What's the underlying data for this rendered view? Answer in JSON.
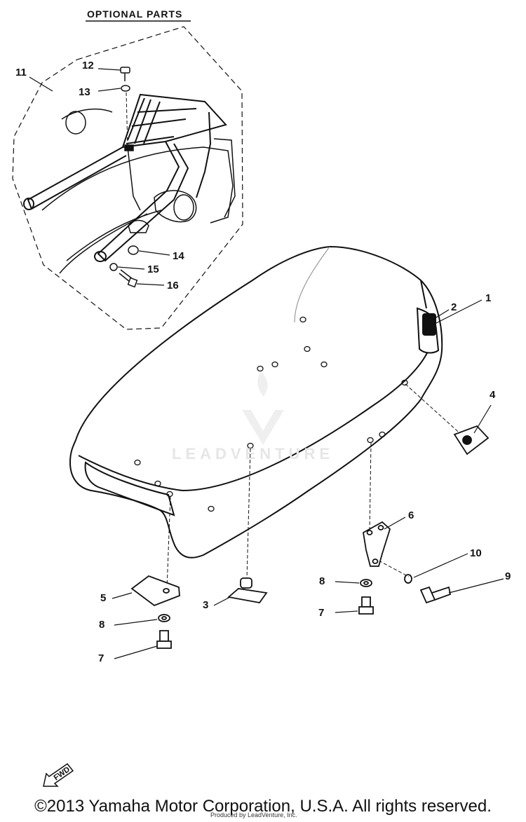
{
  "header": {
    "optional_parts": "OPTIONAL PARTS"
  },
  "callouts": [
    {
      "id": "1",
      "text": "1"
    },
    {
      "id": "2",
      "text": "2"
    },
    {
      "id": "3",
      "text": "3"
    },
    {
      "id": "4",
      "text": "4"
    },
    {
      "id": "5",
      "text": "5"
    },
    {
      "id": "6",
      "text": "6"
    },
    {
      "id": "7a",
      "text": "7"
    },
    {
      "id": "7b",
      "text": "7"
    },
    {
      "id": "8a",
      "text": "8"
    },
    {
      "id": "8b",
      "text": "8"
    },
    {
      "id": "9",
      "text": "9"
    },
    {
      "id": "10",
      "text": "10"
    },
    {
      "id": "11",
      "text": "11"
    },
    {
      "id": "12",
      "text": "12"
    },
    {
      "id": "13",
      "text": "13"
    },
    {
      "id": "14",
      "text": "14"
    },
    {
      "id": "15",
      "text": "15"
    },
    {
      "id": "16",
      "text": "16"
    }
  ],
  "direction_badge": "FWD",
  "watermark": "LEADVENTURE",
  "footer": {
    "copyright": "©2013 Yamaha Motor Corporation, U.S.A. All rights reserved.",
    "produced_by": "Produced by LeadVenture, Inc."
  }
}
